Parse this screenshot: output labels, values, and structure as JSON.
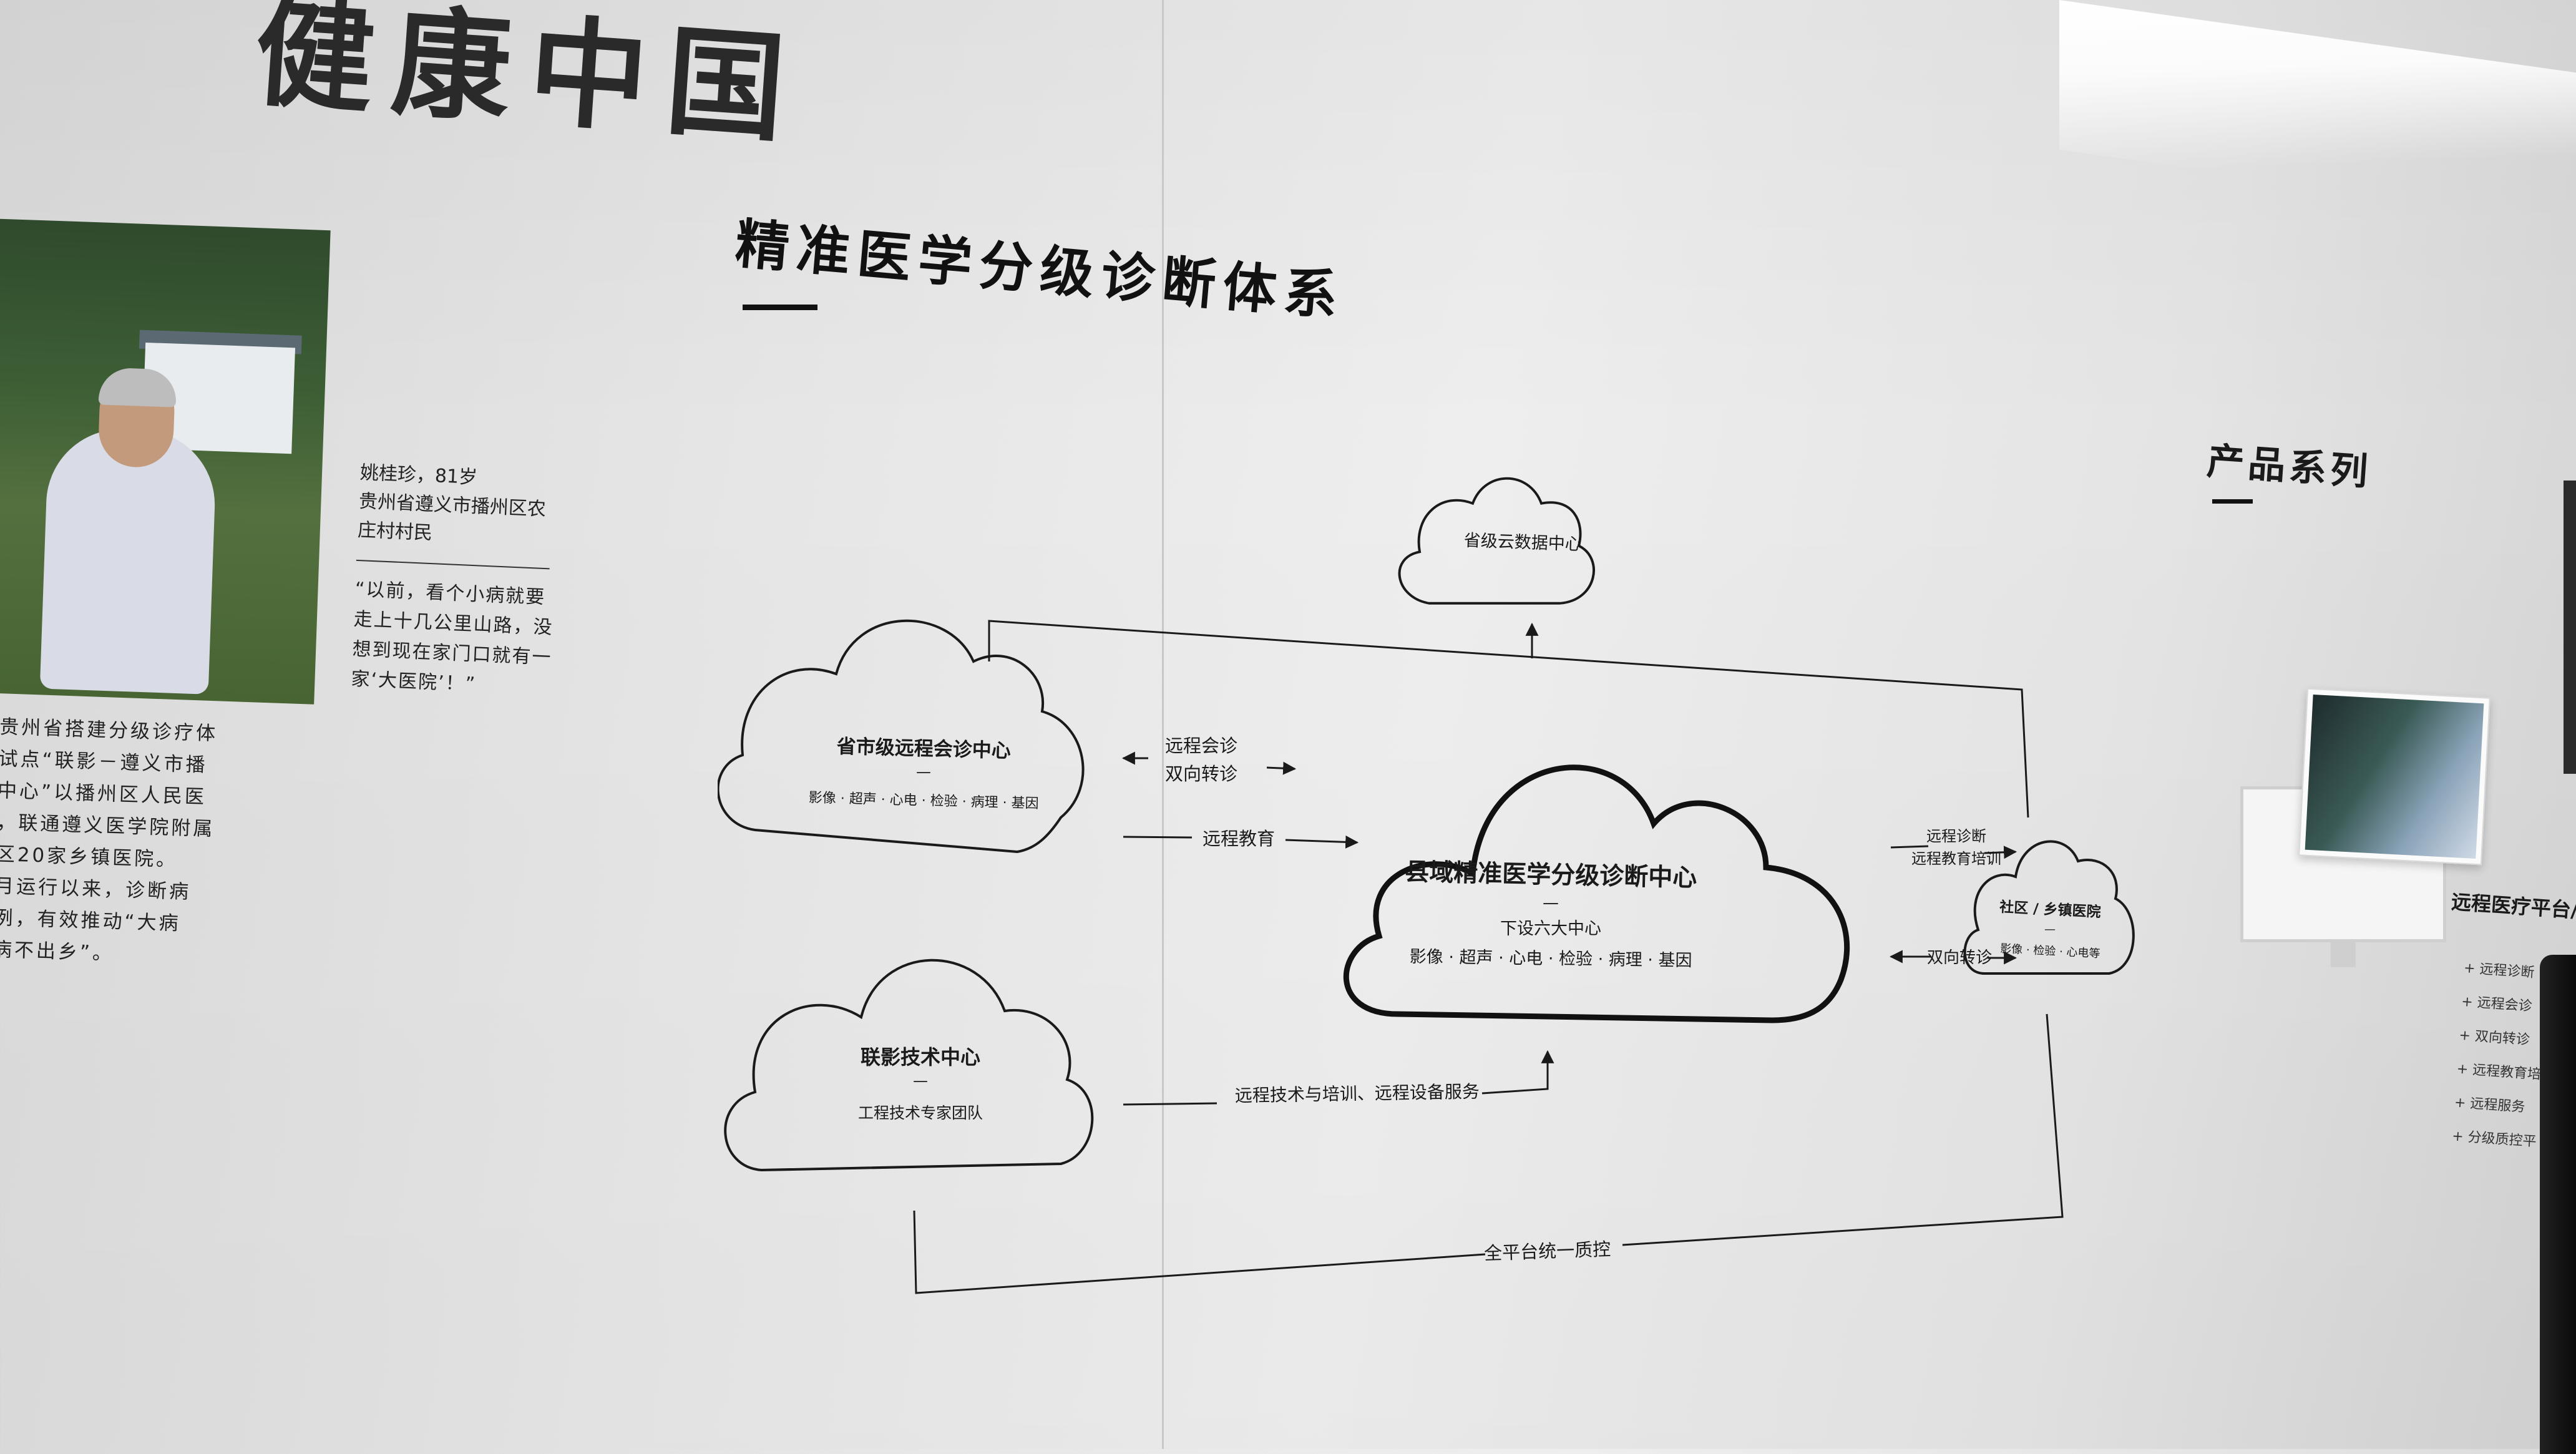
{
  "headline": "健康中国",
  "title": "精准医学分级诊断体系",
  "photo_caption": {
    "name_age": "姚桂珍，81岁",
    "location_1": "贵州省遵义市播州区农",
    "location_2": "庄村村民",
    "quote_1": "“以前，看个小病就要",
    "quote_2": "走上十几公里山路，没",
    "quote_3": "想到现在家门口就有一",
    "quote_4": "家‘大医院’！”"
  },
  "left_paragraph": [
    "贵州省搭建分级诊疗体",
    "试点“联影－遵义市播",
    "中心”以播州区人民医",
    "，联通遵义医学院附属",
    "区20家乡镇医院。",
    "月运行以来，诊断病",
    "例，有效推动“大病",
    "病不出乡”。"
  ],
  "nodes": {
    "provincial_cloud": {
      "title": "省级云数据中心"
    },
    "city_center": {
      "title": "省市级远程会诊中心",
      "dash": "—",
      "sub": "影像 · 超声 · 心电 · 检验 · 病理 · 基因"
    },
    "county_center": {
      "title": "县域精准医学分级诊断中心",
      "dash": "—",
      "sub1": "下设六大中心",
      "sub2": "影像 · 超声 · 心电 · 检验 · 病理 · 基因"
    },
    "tech_center": {
      "title": "联影技术中心",
      "dash": "—",
      "sub": "工程技术专家团队"
    },
    "community": {
      "title": "社区 / 乡镇医院",
      "dash": "—",
      "sub": "影像 · 检验 · 心电等"
    }
  },
  "links": {
    "remote_consult": "远程会诊",
    "two_way_referral_1": "双向转诊",
    "remote_education": "远程教育",
    "remote_diagnosis": "远程诊断",
    "remote_edu_training": "远程教育培训",
    "two_way_referral_2": "双向转诊",
    "tech_training_service": "远程技术与培训、远程设备服务",
    "quality_control": "全平台统一质控"
  },
  "products": {
    "title": "产品系列",
    "platform": "远程医疗平台//",
    "items": [
      "+ 远程诊断",
      "+ 远程会诊",
      "+ 双向转诊",
      "+ 远程教育培",
      "+ 远程服务",
      "+ 分级质控平"
    ]
  }
}
